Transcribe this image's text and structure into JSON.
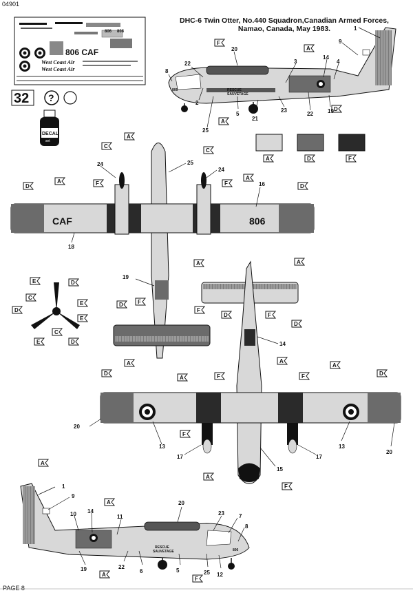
{
  "doc_code": "04901",
  "page_label": "PAGE 8",
  "title": {
    "line1": "DHC-6 Twin Otter, No.440 Squadron,Canadian Armed Forces,",
    "line2": "Namao, Canada, May 1983."
  },
  "scale_label": "32",
  "question_mark": "?",
  "decal": {
    "label": "DECAL",
    "sub": "set"
  },
  "decal_sheet_texts": {
    "big": "806 CAF",
    "west1": "West Coast Air",
    "west2": "West Coast Air",
    "small1": "806",
    "small2": "808"
  },
  "swatches": [
    {
      "code": "A",
      "color": "#d8d8d8"
    },
    {
      "code": "D",
      "color": "#6b6b6b"
    },
    {
      "code": "F",
      "color": "#2a2a2a"
    }
  ],
  "wing_texts": {
    "left": "CAF",
    "right": "806"
  },
  "callouts_side_top": [
    "1",
    "9",
    "8",
    "22",
    "20",
    "3",
    "14",
    "4",
    "2",
    "25",
    "5",
    "21",
    "23",
    "22",
    "19"
  ],
  "callouts_top_view": [
    "24",
    "25",
    "24",
    "16",
    "18",
    "19"
  ],
  "callouts_bottom_view": [
    "14",
    "20",
    "13",
    "17",
    "15",
    "17",
    "13",
    "20"
  ],
  "callouts_side_bottom": [
    "1",
    "9",
    "10",
    "14",
    "11",
    "20",
    "23",
    "7",
    "8",
    "19",
    "22",
    "6",
    "5",
    "25",
    "12"
  ],
  "rescue_text": {
    "line1": "RESCUE",
    "line2": "SAUVETAGE"
  },
  "paint_codes": [
    "A",
    "C",
    "D",
    "E",
    "F"
  ],
  "colors": {
    "light": "#d8d8d8",
    "mid": "#6b6b6b",
    "dark": "#2a2a2a",
    "stripe": "#9a9a9a"
  }
}
